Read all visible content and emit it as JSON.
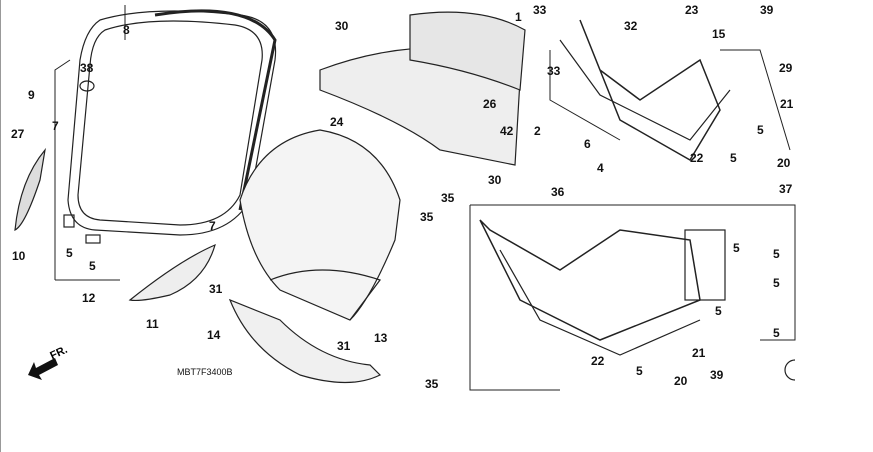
{
  "diagram_code": "MBT7F3400B",
  "direction_label": "FR.",
  "callouts": [
    "8",
    "38",
    "9",
    "27",
    "7",
    "10",
    "5",
    "5",
    "12",
    "7",
    "11",
    "30",
    "24",
    "26",
    "42",
    "2",
    "1",
    "35",
    "35",
    "30",
    "31",
    "14",
    "31",
    "13",
    "35",
    "33",
    "33",
    "32",
    "23",
    "15",
    "39",
    "29",
    "21",
    "5",
    "6",
    "4",
    "22",
    "5",
    "20",
    "36",
    "37",
    "5",
    "5",
    "5",
    "5",
    "5",
    "21",
    "22",
    "5",
    "20",
    "39"
  ]
}
